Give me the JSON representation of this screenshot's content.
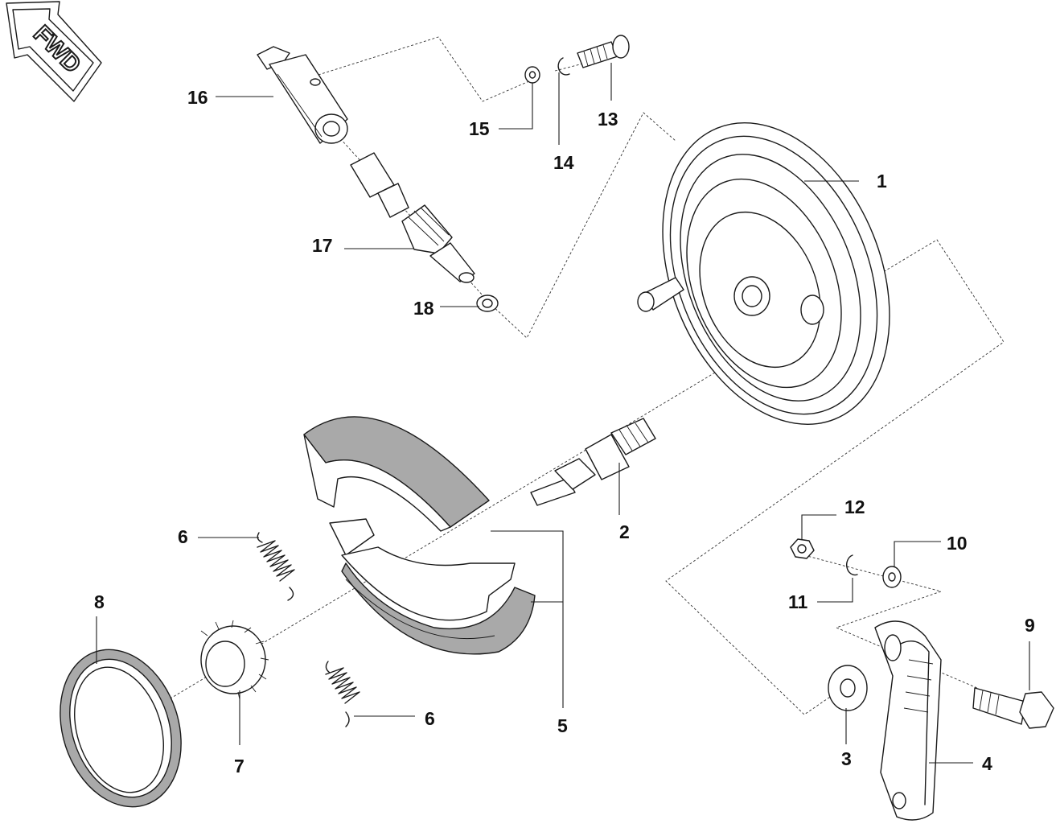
{
  "fwd_badge": {
    "label": "FWD"
  },
  "colors": {
    "line": "#1a1a1a",
    "lining": "#a9a9a9",
    "background": "#ffffff"
  },
  "callouts": [
    {
      "id": "part-1",
      "label": "1"
    },
    {
      "id": "part-2",
      "label": "2"
    },
    {
      "id": "part-3",
      "label": "3"
    },
    {
      "id": "part-4",
      "label": "4"
    },
    {
      "id": "part-5",
      "label": "5"
    },
    {
      "id": "part-6-upper",
      "label": "6"
    },
    {
      "id": "part-6-lower",
      "label": "6"
    },
    {
      "id": "part-7",
      "label": "7"
    },
    {
      "id": "part-8",
      "label": "8"
    },
    {
      "id": "part-9",
      "label": "9"
    },
    {
      "id": "part-10",
      "label": "10"
    },
    {
      "id": "part-11",
      "label": "11"
    },
    {
      "id": "part-12",
      "label": "12"
    },
    {
      "id": "part-13",
      "label": "13"
    },
    {
      "id": "part-14",
      "label": "14"
    },
    {
      "id": "part-15",
      "label": "15"
    },
    {
      "id": "part-16",
      "label": "16"
    },
    {
      "id": "part-17",
      "label": "17"
    },
    {
      "id": "part-18",
      "label": "18"
    }
  ]
}
